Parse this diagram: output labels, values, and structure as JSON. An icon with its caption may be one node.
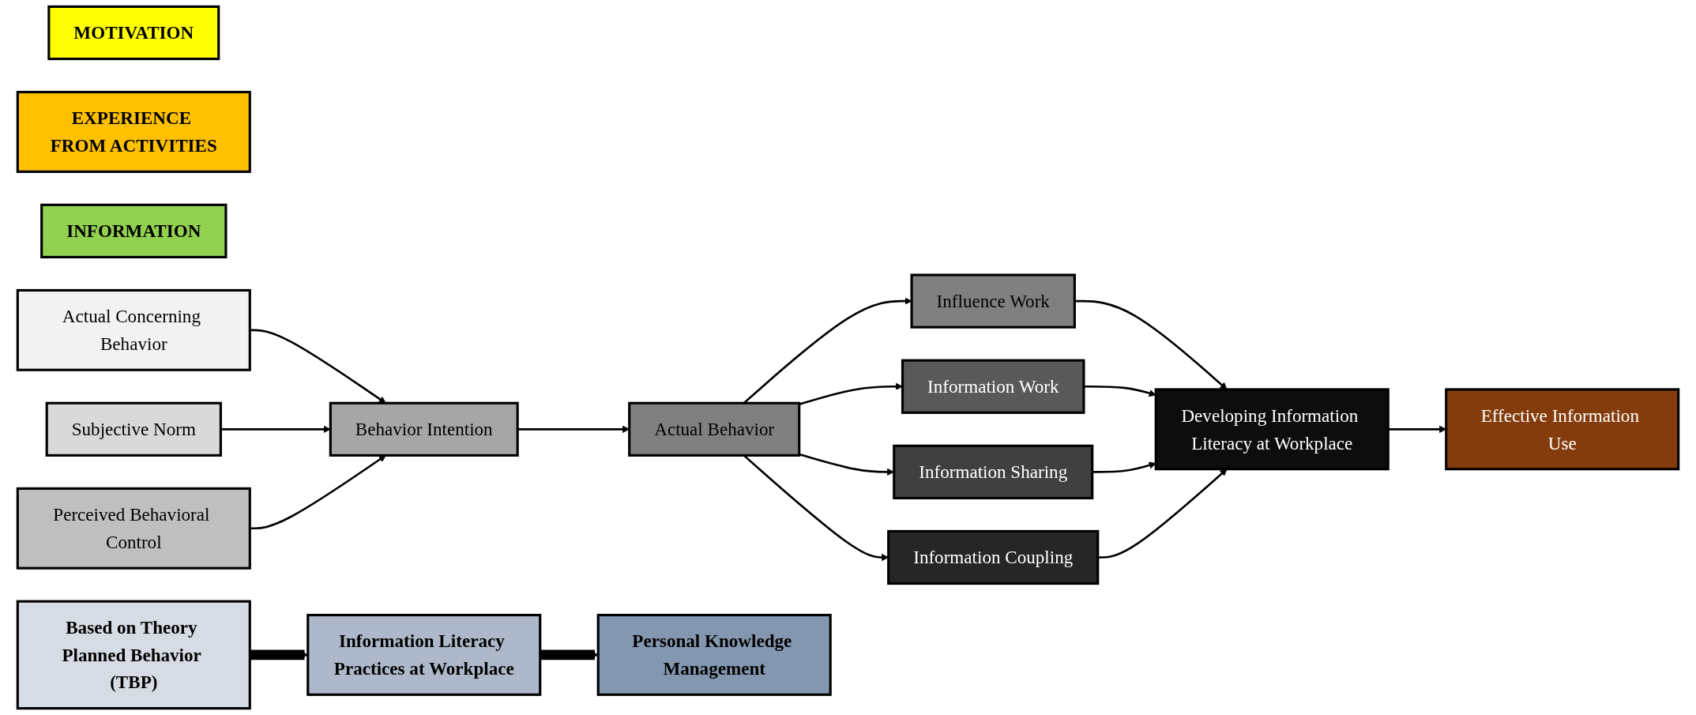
{
  "diagram": {
    "nodes": [
      {
        "text": [
          "MOTIVATION"
        ]
      },
      {
        "text": [
          "EXPERIENCE FROM ACTIVITIES"
        ]
      },
      {
        "text": [
          "INFORMATION"
        ]
      },
      {
        "text": [
          "Actual Concerning Behavior"
        ]
      },
      {
        "text": [
          "Subjective Norm"
        ]
      },
      {
        "text": [
          "Perceived Behavioral Control"
        ]
      },
      {
        "text": [
          "Behavior Intention"
        ]
      },
      {
        "text": [
          "Actual Behavior"
        ]
      },
      {
        "text": [
          "Influence Work"
        ]
      },
      {
        "text": [
          "Information Work"
        ]
      },
      {
        "text": [
          "Information Sharing"
        ]
      },
      {
        "text": [
          "Information Coupling"
        ]
      },
      {
        "text": [
          "Developing Information Literacy at Workplace"
        ]
      },
      {
        "text": [
          "Effective Information Use"
        ]
      },
      {
        "text": [
          "Based on Theory Planned Behavior (TBP)"
        ]
      },
      {
        "text": [
          "Information Literacy Practices at Workplace"
        ]
      },
      {
        "text": [
          "Personal Knowledge Management"
        ]
      }
    ],
    "edges": [
      {
        "from": 3,
        "to": 6,
        "arrow": "to"
      },
      {
        "from": 4,
        "to": 6,
        "arrow": "to"
      },
      {
        "from": 5,
        "to": 6,
        "arrow": "to"
      },
      {
        "from": 6,
        "to": 7,
        "arrow": "to"
      },
      {
        "from": 7,
        "to": 8,
        "arrow": "to"
      },
      {
        "from": 7,
        "to": 9,
        "arrow": "to"
      },
      {
        "from": 7,
        "to": 10,
        "arrow": "to"
      },
      {
        "from": 7,
        "to": 11,
        "arrow": "to"
      },
      {
        "from": 8,
        "to": 12,
        "arrow": "to"
      },
      {
        "from": 9,
        "to": 12,
        "arrow": "to"
      },
      {
        "from": 10,
        "to": 12,
        "arrow": "to"
      },
      {
        "from": 11,
        "to": 12,
        "arrow": "to"
      },
      {
        "from": 12,
        "to": 13,
        "arrow": "to"
      },
      {
        "from": 14,
        "to": 15,
        "arrow": "to",
        "style": "thick"
      },
      {
        "from": 15,
        "to": 16,
        "arrow": "to",
        "style": "thick"
      }
    ]
  }
}
